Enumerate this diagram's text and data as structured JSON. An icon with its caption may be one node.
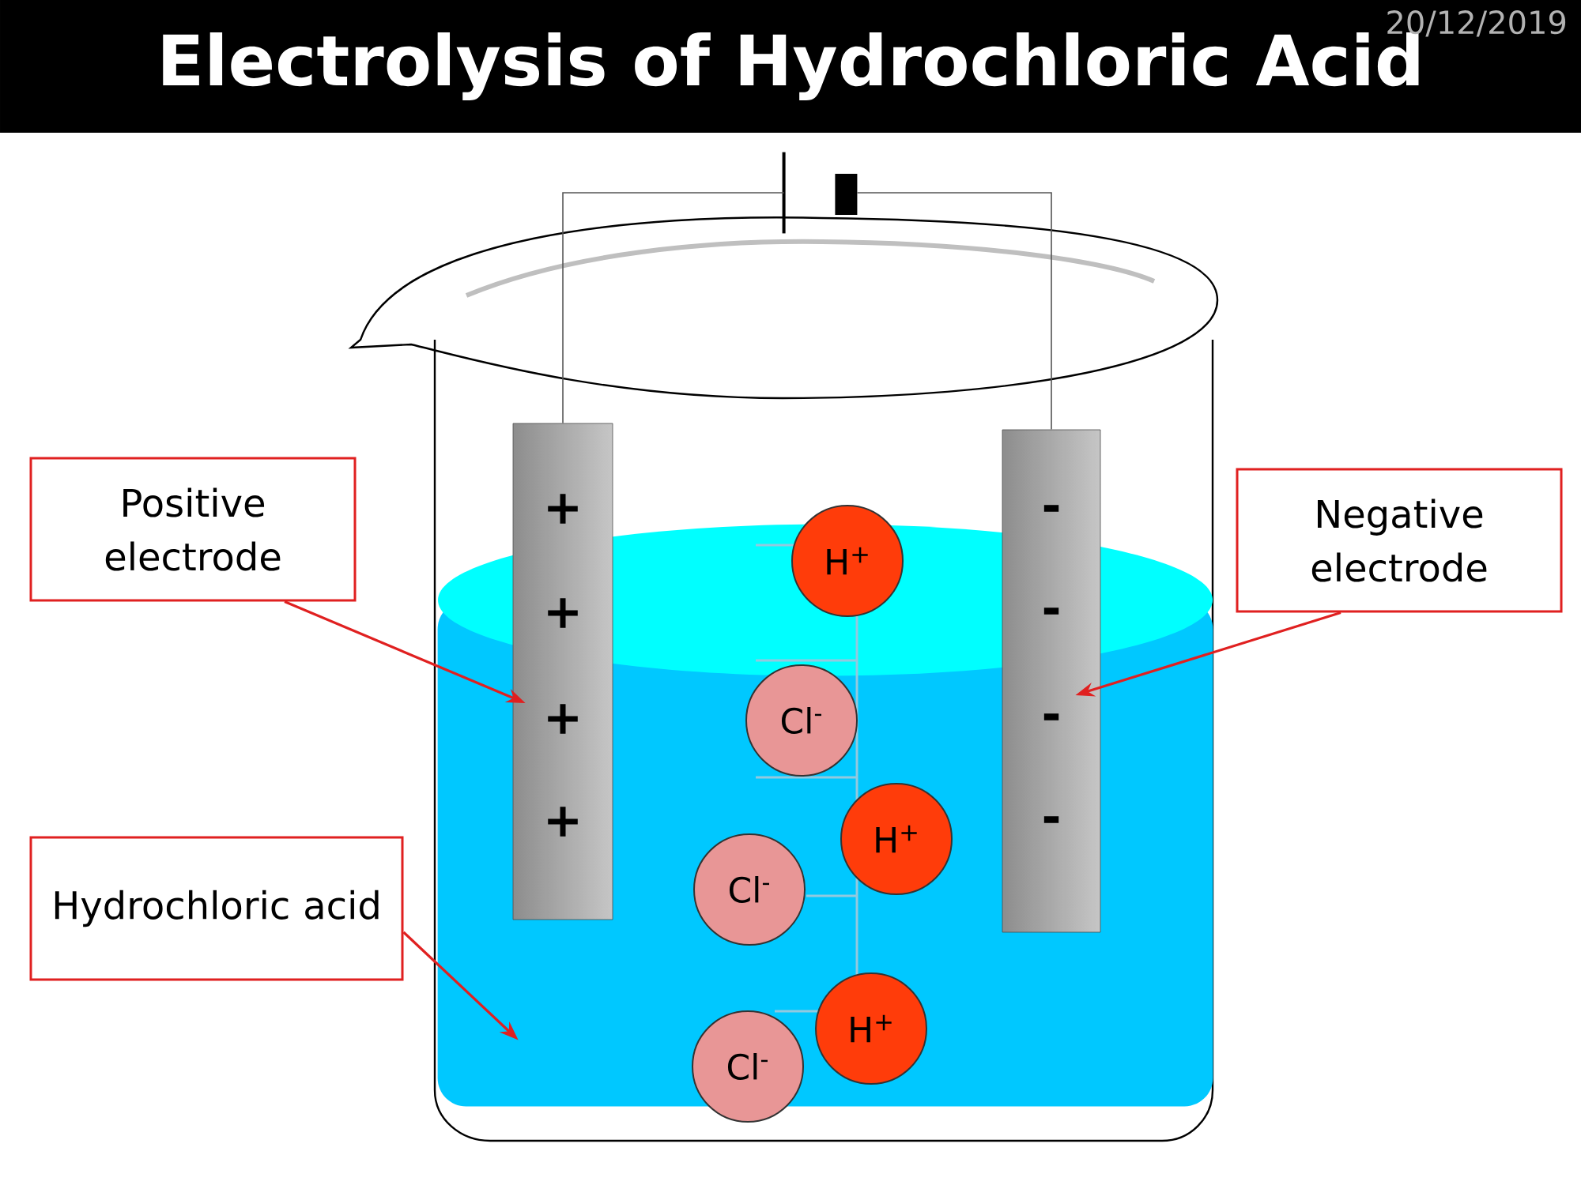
{
  "diagram": {
    "title": "Electrolysis of Hydrochloric Acid",
    "nodes": [
      {
        "text": [
          "Positive electrode"
        ]
      },
      {
        "text": [
          "Negative electrode"
        ]
      },
      {
        "text": [
          "Hydrochloric acid"
        ]
      },
      {
        "text": [
          "+",
          "+",
          "+",
          "+"
        ]
      },
      {
        "text": [
          "-",
          "-",
          "-",
          "-"
        ]
      },
      {
        "text": [],
        "shape": "cylinder"
      },
      {
        "text": [
          "H$^{+}$"
        ]
      },
      {
        "text": [
          "Cl$^{-}$"
        ],
        "in": 5
      },
      {
        "text": [
          "H$^{+}$"
        ],
        "in": 5
      },
      {
        "text": [
          "Cl$^{-}$"
        ],
        "in": 5
      },
      {
        "text": [
          "H$^{+}$"
        ],
        "in": 5
      },
      {
        "text": [
          "Cl$^{-}$"
        ],
        "in": 5
      },
      {
        "text": [],
        "shape": "battery"
      }
    ],
    "edges": [
      {
        "from": 0,
        "to": 3,
        "arrow": "to"
      },
      {
        "from": 1,
        "to": 4,
        "arrow": "to"
      },
      {
        "from": 2,
        "to": 5,
        "arrow": "to"
      },
      {
        "from": 3,
        "to": 12,
        "arrow": "none",
        "color": "#555555"
      },
      {
        "from": 12,
        "to": 4,
        "arrow": "none",
        "color": "#555555"
      }
    ],
    "labels": [
      "20/12/2019"
    ]
  }
}
